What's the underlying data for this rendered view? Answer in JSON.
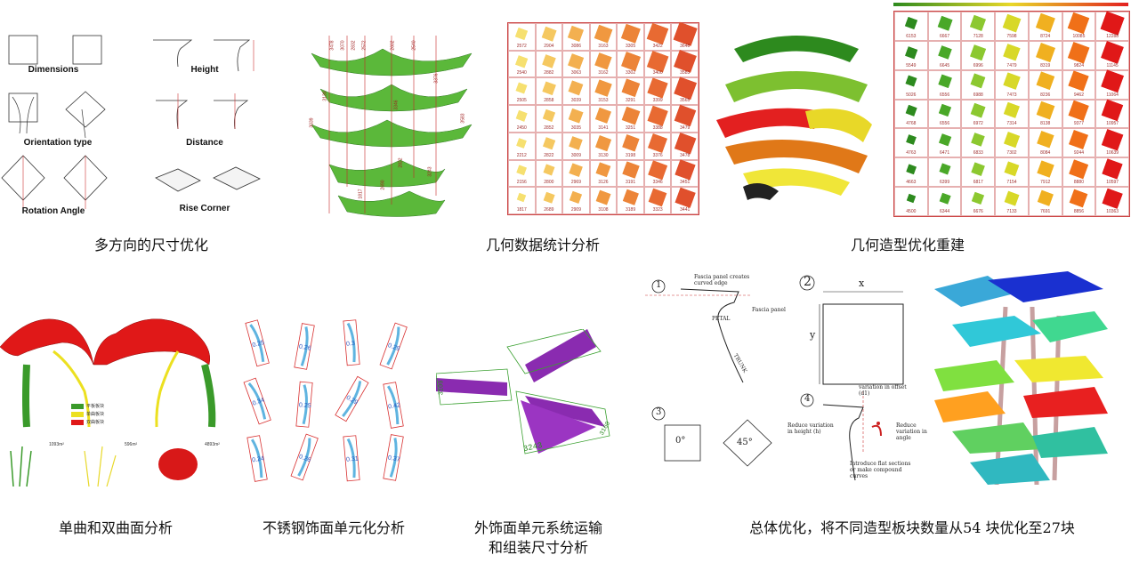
{
  "captions": {
    "p1": "多方向的尺寸优化",
    "p2": "几何数据统计分析",
    "p3": "几何造型优化重建",
    "p4": "单曲和双曲面分析",
    "p5": "不锈钢饰面单元化分析",
    "p6a": "外饰面单元系统运输",
    "p6b": "和组装尺寸分析",
    "p7": "总体优化，将不同造型板块数量从54 块优化至27块"
  },
  "dimension_labels": {
    "dimensions": "Dimensions",
    "height": "Height",
    "orientation": "Orientation type",
    "distance": "Distance",
    "rotation": "Rotation Angle",
    "rise": "Rise Corner"
  },
  "stats_grid": [
    [
      "2572",
      "2904",
      "3086",
      "3163",
      "3305",
      "3422",
      "3648"
    ],
    [
      "2540",
      "2882",
      "3063",
      "3162",
      "3302",
      "3400",
      "3583"
    ],
    [
      "2505",
      "2858",
      "3039",
      "3153",
      "3291",
      "3399",
      "3565"
    ],
    [
      "2450",
      "2852",
      "3035",
      "3141",
      "3251",
      "3388",
      "3479"
    ],
    [
      "2212",
      "2822",
      "3009",
      "3130",
      "3198",
      "3376",
      "3478"
    ],
    [
      "2156",
      "2800",
      "2969",
      "3126",
      "3191",
      "3346",
      "3451"
    ],
    [
      "1817",
      "2689",
      "2909",
      "3108",
      "3189",
      "3323",
      "3441"
    ]
  ],
  "rebuild_grid": [
    [
      "6153",
      "6667",
      "7128",
      "7598",
      "8724",
      "10085",
      "12288"
    ],
    [
      "5549",
      "6645",
      "6996",
      "7479",
      "8319",
      "9824",
      "11145"
    ],
    [
      "5026",
      "6556",
      "6988",
      "7473",
      "8236",
      "9462",
      "11064"
    ],
    [
      "4768",
      "6556",
      "6972",
      "7314",
      "8138",
      "9377",
      "10957"
    ],
    [
      "4763",
      "6471",
      "6833",
      "7302",
      "8084",
      "9244",
      "10639"
    ],
    [
      "4663",
      "6399",
      "6817",
      "7154",
      "7912",
      "8880",
      "10597"
    ],
    [
      "4500",
      "6344",
      "6676",
      "7133",
      "7691",
      "8856",
      "10363"
    ]
  ],
  "tower_dims": [
    "3478",
    "3070",
    "2832",
    "2572",
    "2602",
    "2540",
    "3039",
    "3130",
    "3346",
    "3376",
    "3583",
    "2822",
    "1817",
    "2690",
    "3243"
  ],
  "curvature_legend": [
    "平板板块",
    "单曲板块",
    "双曲板块"
  ],
  "curvature_areas": [
    "1093m²",
    "596m²",
    "4893m²"
  ],
  "panel_ratios": [
    "0.25",
    "0.26",
    "0.3",
    "0.29",
    "0.34",
    "0.25",
    "0.29",
    "0.42",
    "0.24",
    "0.26",
    "0.31",
    "0.37"
  ],
  "transport_dims": [
    "3243",
    "3100",
    "3160"
  ],
  "sketch": {
    "fascia_note": "Fascia panel creates curved edge",
    "fascia_panel": "Fascia panel",
    "petal": "PETAL",
    "trunk": "TRUNK",
    "n1": "1",
    "n2": "2",
    "n3": "3",
    "n4": "4",
    "x": "x",
    "y": "y",
    "deg0": "0°",
    "deg45": "45°",
    "var_offset": "variation in offset (d1)",
    "reduce_height": "Reduce variation in height (h)",
    "reduce_angle": "Reduce variation in angle",
    "introduce": "Introduce flat sections or make compound curves"
  },
  "colors": {
    "green": "#3a9a2a",
    "red": "#e01818",
    "yellow": "#ece020",
    "purple": "#8a2bb0",
    "grid_line": "#c44444"
  }
}
